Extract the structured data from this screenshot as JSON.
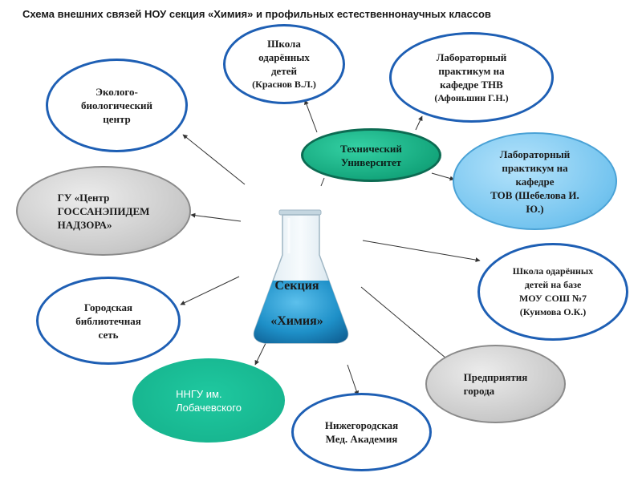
{
  "title": "Схема внешних связей НОУ секция «Химия» и профильных естественнонаучных классов",
  "center": {
    "line1": "Секция",
    "line2": "«Химия»"
  },
  "nodes": {
    "eco_center": {
      "label": "Эколого-\nбиологический\nцентр"
    },
    "school_gifted": {
      "label": "Школа\nодарённых\nдетей",
      "sub": "(Краснов В.Л.)"
    },
    "lab_tnv": {
      "label": "Лабораторный\nпрактикум на\nкафедре ТНВ",
      "sub": "(Афоньшин  Г.Н.)"
    },
    "tech_uni": {
      "label": "Технический\nУниверситет"
    },
    "lab_tov": {
      "label": "Лабораторный\nпрактикум на\nкафедре\nТОВ (Шебелова И.\nЮ.)"
    },
    "gu_center": {
      "label": "ГУ «Центр\nГОССАНЭПИДЕМ\nНАДЗОРА»"
    },
    "school_sosh7": {
      "label": "Школа одарённых\nдетей на базе\nМОУ СОШ №7\n(Куимова О.К.)"
    },
    "library": {
      "label": "Городская\nбиблиотечная\nсеть"
    },
    "enterprises": {
      "label": "Предприятия\nгорода"
    },
    "nngu": {
      "label": "ННГУ им.\nЛобачевского"
    },
    "med_academy": {
      "label": "Нижегородская\nМед.  Академия"
    }
  },
  "colors": {
    "white_border": "#1e5fb4",
    "green": "#14a67c",
    "gray": "#c8c8c8",
    "light_blue": "#74c4ef",
    "teal": "#17b58f",
    "flask_liquid": "#1e90c8"
  }
}
